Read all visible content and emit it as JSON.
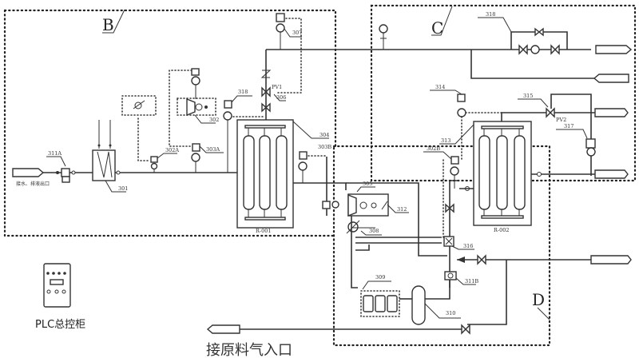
{
  "zones": {
    "B": "B",
    "C": "C",
    "D": "D"
  },
  "equipment_labels": {
    "l311A": "311A",
    "l301": "301",
    "l302A": "302A",
    "l303A": "303A",
    "l302": "302",
    "l318a": "318",
    "l307": "307",
    "l306": "306",
    "l304": "304",
    "l303B": "303B",
    "l305": "305",
    "l312": "312",
    "l308": "308",
    "l309": "309",
    "l310": "310",
    "l311B": "311B",
    "l316": "316",
    "l313": "313",
    "l302B": "302B",
    "l314": "314",
    "l315": "315",
    "l317": "317",
    "l318b": "318",
    "R001": "R-001",
    "R002": "R-002",
    "pv1": "PV1",
    "pv2": "PV2"
  },
  "captions": {
    "water_outlet": "接水、排液出口",
    "plc": "PLC总控柜",
    "raw_gas_inlet": "接原料气入口"
  }
}
